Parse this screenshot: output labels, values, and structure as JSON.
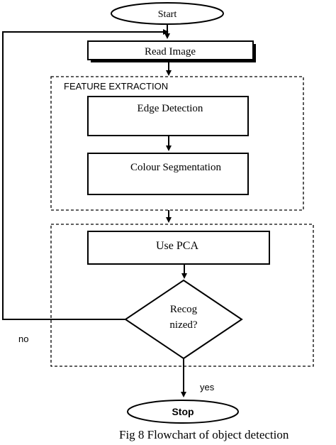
{
  "flowchart": {
    "start_label": "Start",
    "read_image_label": "Read Image",
    "feature_group_label": "FEATURE EXTRACTION",
    "edge_detection_label": "Edge Detection",
    "colour_segmentation_label": "Colour Segmentation",
    "use_pca_label": "Use PCA",
    "decision_line1": "Recog",
    "decision_line2": "nized?",
    "no_label": "no",
    "yes_label": "yes",
    "stop_label": "Stop",
    "caption": "Fig 8 Flowchart of object detection"
  }
}
